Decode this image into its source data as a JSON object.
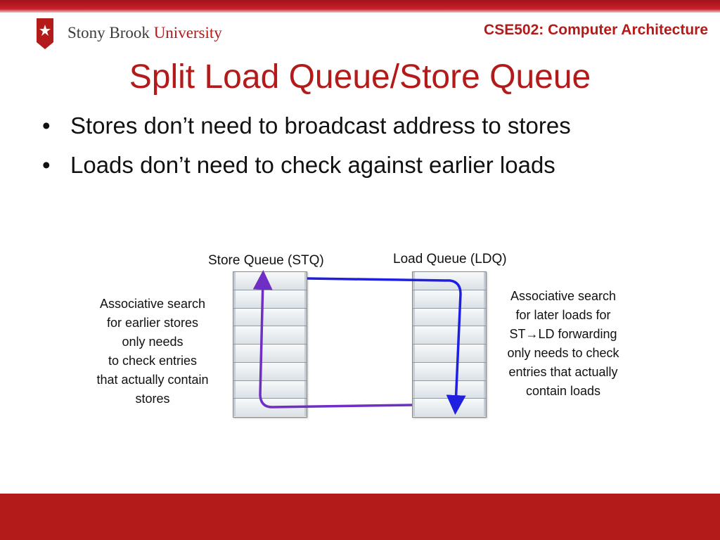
{
  "header": {
    "logo_name": "Stony Brook",
    "logo_suffix": "University",
    "course": "CSE502: Computer Architecture"
  },
  "slide": {
    "title": "Split Load Queue/Store Queue",
    "bullets": [
      "Stores don’t need to broadcast address to stores",
      "Loads don’t need to check against earlier loads"
    ]
  },
  "diagram": {
    "store_queue_label": "Store Queue (STQ)",
    "load_queue_label": "Load Queue (LDQ)",
    "slot_count": 8,
    "left_note": [
      "Associative search",
      "for earlier stores",
      "only needs",
      "to check entries",
      "that actually contain",
      "stores"
    ],
    "right_note": [
      "Associative search",
      "for later loads for",
      "ST→LD forwarding",
      "only needs to check",
      "entries that actually",
      "contain loads"
    ],
    "colors": {
      "store_search_arrow": "#6f2fc4",
      "load_search_arrow": "#1f1fe0"
    }
  },
  "colors": {
    "brand_red": "#b31b1b",
    "text_dark": "#111111"
  }
}
